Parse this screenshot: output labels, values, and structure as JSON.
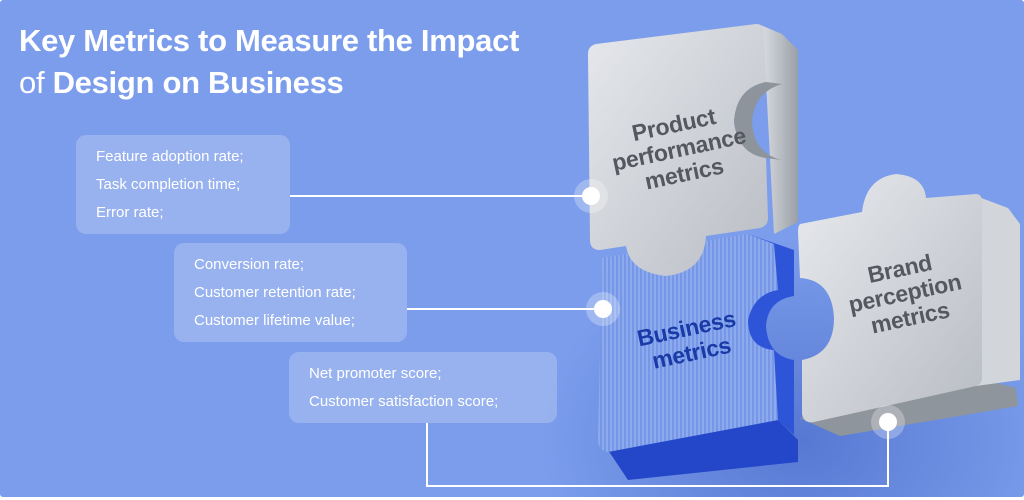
{
  "header": {
    "title_line1": "Key Metrics to Measure the Impact",
    "title_line2_light": "of",
    "title_line2_bold": "Design on Business"
  },
  "cards": [
    {
      "name": "product-performance-metrics-list",
      "items": [
        "Feature adoption rate;",
        "Task completion time;",
        "Error rate;"
      ]
    },
    {
      "name": "business-metrics-list",
      "items": [
        "Conversion rate;",
        "Customer retention rate;",
        "Customer lifetime value;"
      ]
    },
    {
      "name": "brand-perception-metrics-list",
      "items": [
        "Net promoter score;",
        "Customer satisfaction score;"
      ]
    }
  ],
  "pieces": {
    "product": {
      "label_lines": [
        "Product",
        "performance",
        "metrics"
      ]
    },
    "business": {
      "label_lines": [
        "Business",
        "metrics"
      ]
    },
    "brand": {
      "label_lines": [
        "Brand",
        "perception",
        "metrics"
      ]
    }
  },
  "colors": {
    "background": "#7b9deb",
    "card_fill": "rgba(255,255,255,0.22)",
    "silver_text": "#55585e",
    "business_text": "#1a3aa8",
    "business_piece": "#2e5be0"
  }
}
